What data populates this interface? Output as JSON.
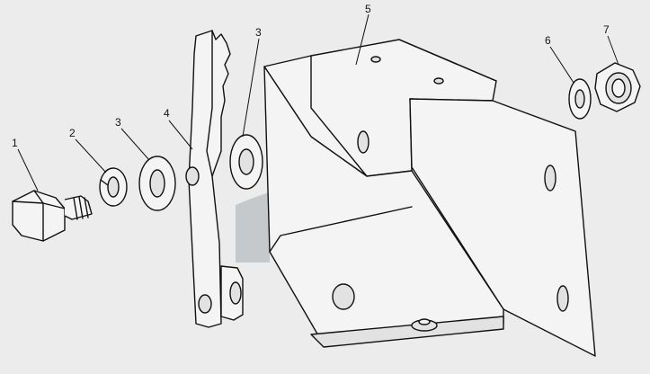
{
  "callouts": [
    {
      "id": "1",
      "label": "1"
    },
    {
      "id": "2",
      "label": "2"
    },
    {
      "id": "3a",
      "label": "3"
    },
    {
      "id": "4",
      "label": "4"
    },
    {
      "id": "3b",
      "label": "3"
    },
    {
      "id": "5",
      "label": "5"
    },
    {
      "id": "6",
      "label": "6"
    },
    {
      "id": "7",
      "label": "7"
    }
  ],
  "colors": {
    "background": "#ececec",
    "line": "#111111",
    "watermark": "#b9bdc0"
  },
  "icons": {
    "watermark": "stylized-wing-logo-watermark"
  }
}
